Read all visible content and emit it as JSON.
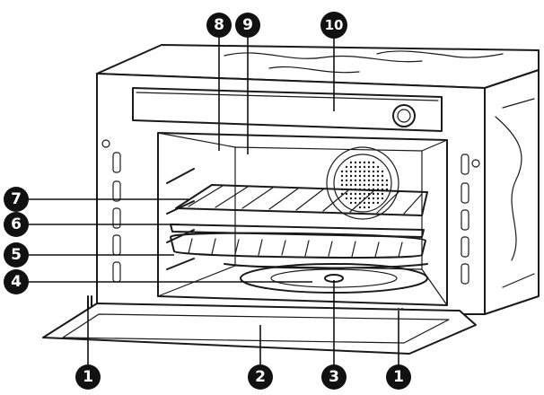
{
  "callouts": [
    {
      "id": "c1a",
      "label": "1"
    },
    {
      "id": "c2",
      "label": "2"
    },
    {
      "id": "c3",
      "label": "3"
    },
    {
      "id": "c1b",
      "label": "1"
    },
    {
      "id": "c4",
      "label": "4"
    },
    {
      "id": "c5",
      "label": "5"
    },
    {
      "id": "c6",
      "label": "6"
    },
    {
      "id": "c7",
      "label": "7"
    },
    {
      "id": "c8",
      "label": "8"
    },
    {
      "id": "c9",
      "label": "9"
    },
    {
      "id": "c10",
      "label": "10"
    }
  ]
}
